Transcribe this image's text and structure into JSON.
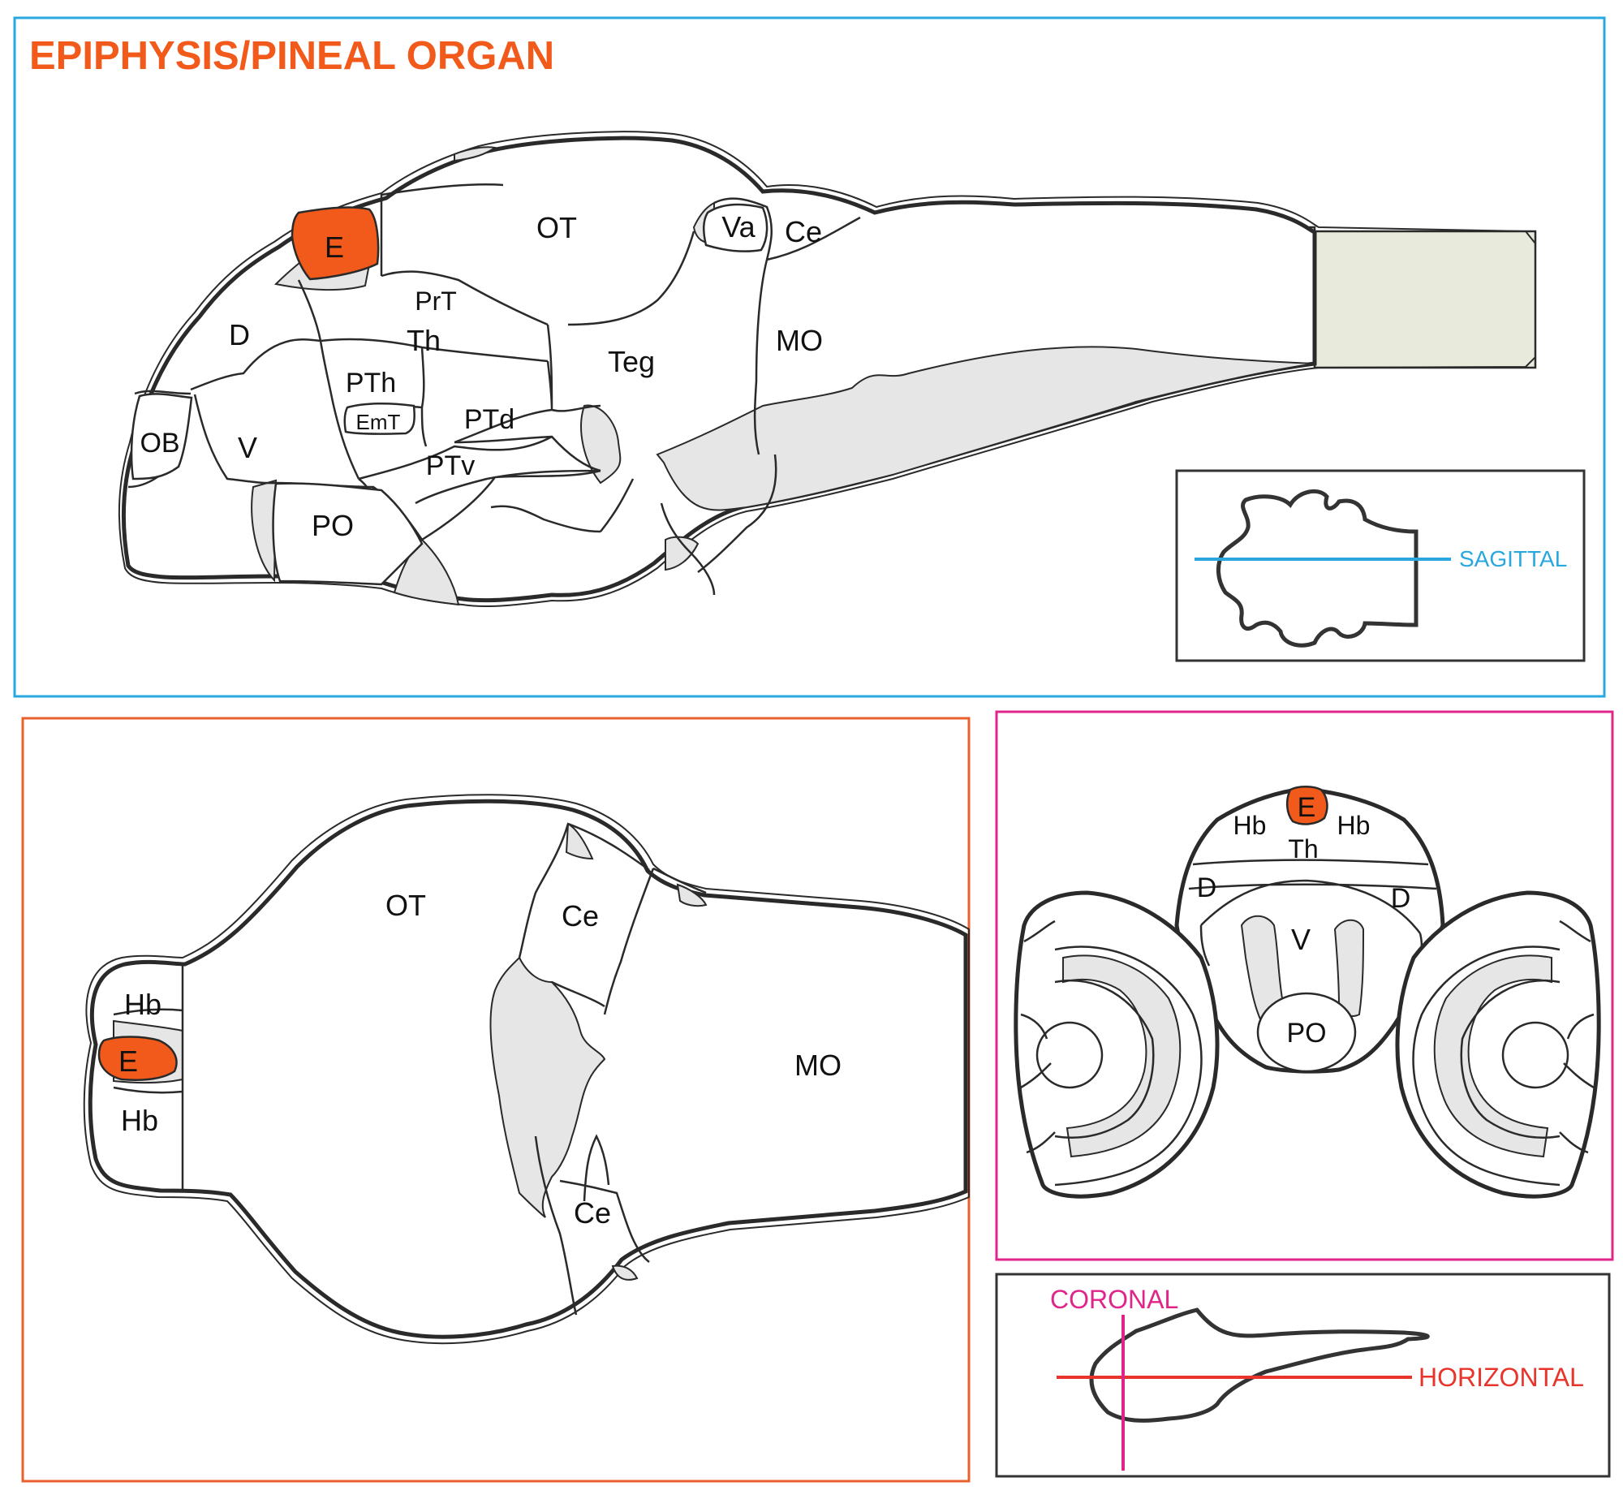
{
  "title": "EPIPHYSIS/PINEAL ORGAN",
  "colors": {
    "highlight": "#f15a1a",
    "sagittal_frame": "#29a8e0",
    "horizontal_frame": "#e8602c",
    "coronal_frame": "#e0258a",
    "horizontal_line": "#e8342a",
    "spinal_cord": "#e8eadc",
    "ventricle": "#e6e6e6"
  },
  "sagittal": {
    "labels": {
      "E": "E",
      "OT": "OT",
      "Va": "Va",
      "Ce": "Ce",
      "PrT": "PrT",
      "D": "D",
      "Th": "Th",
      "Teg": "Teg",
      "MO": "MO",
      "PTh": "PTh",
      "EmT": "EmT",
      "PTd": "PTd",
      "OB": "OB",
      "V": "V",
      "PTv": "PTv",
      "PO": "PO"
    },
    "inset_label": "SAGITTAL"
  },
  "horizontal": {
    "labels": {
      "OT": "OT",
      "Ce_top": "Ce",
      "Hb_top": "Hb",
      "E": "E",
      "MO": "MO",
      "Hb_bottom": "Hb",
      "Ce_bottom": "Ce"
    }
  },
  "coronal": {
    "labels": {
      "E": "E",
      "Hb_left": "Hb",
      "Hb_right": "Hb",
      "Th": "Th",
      "D_left": "D",
      "D_right": "D",
      "V": "V",
      "PO": "PO"
    }
  },
  "planes_inset": {
    "coronal_label": "CORONAL",
    "horizontal_label": "HORIZONTAL"
  }
}
